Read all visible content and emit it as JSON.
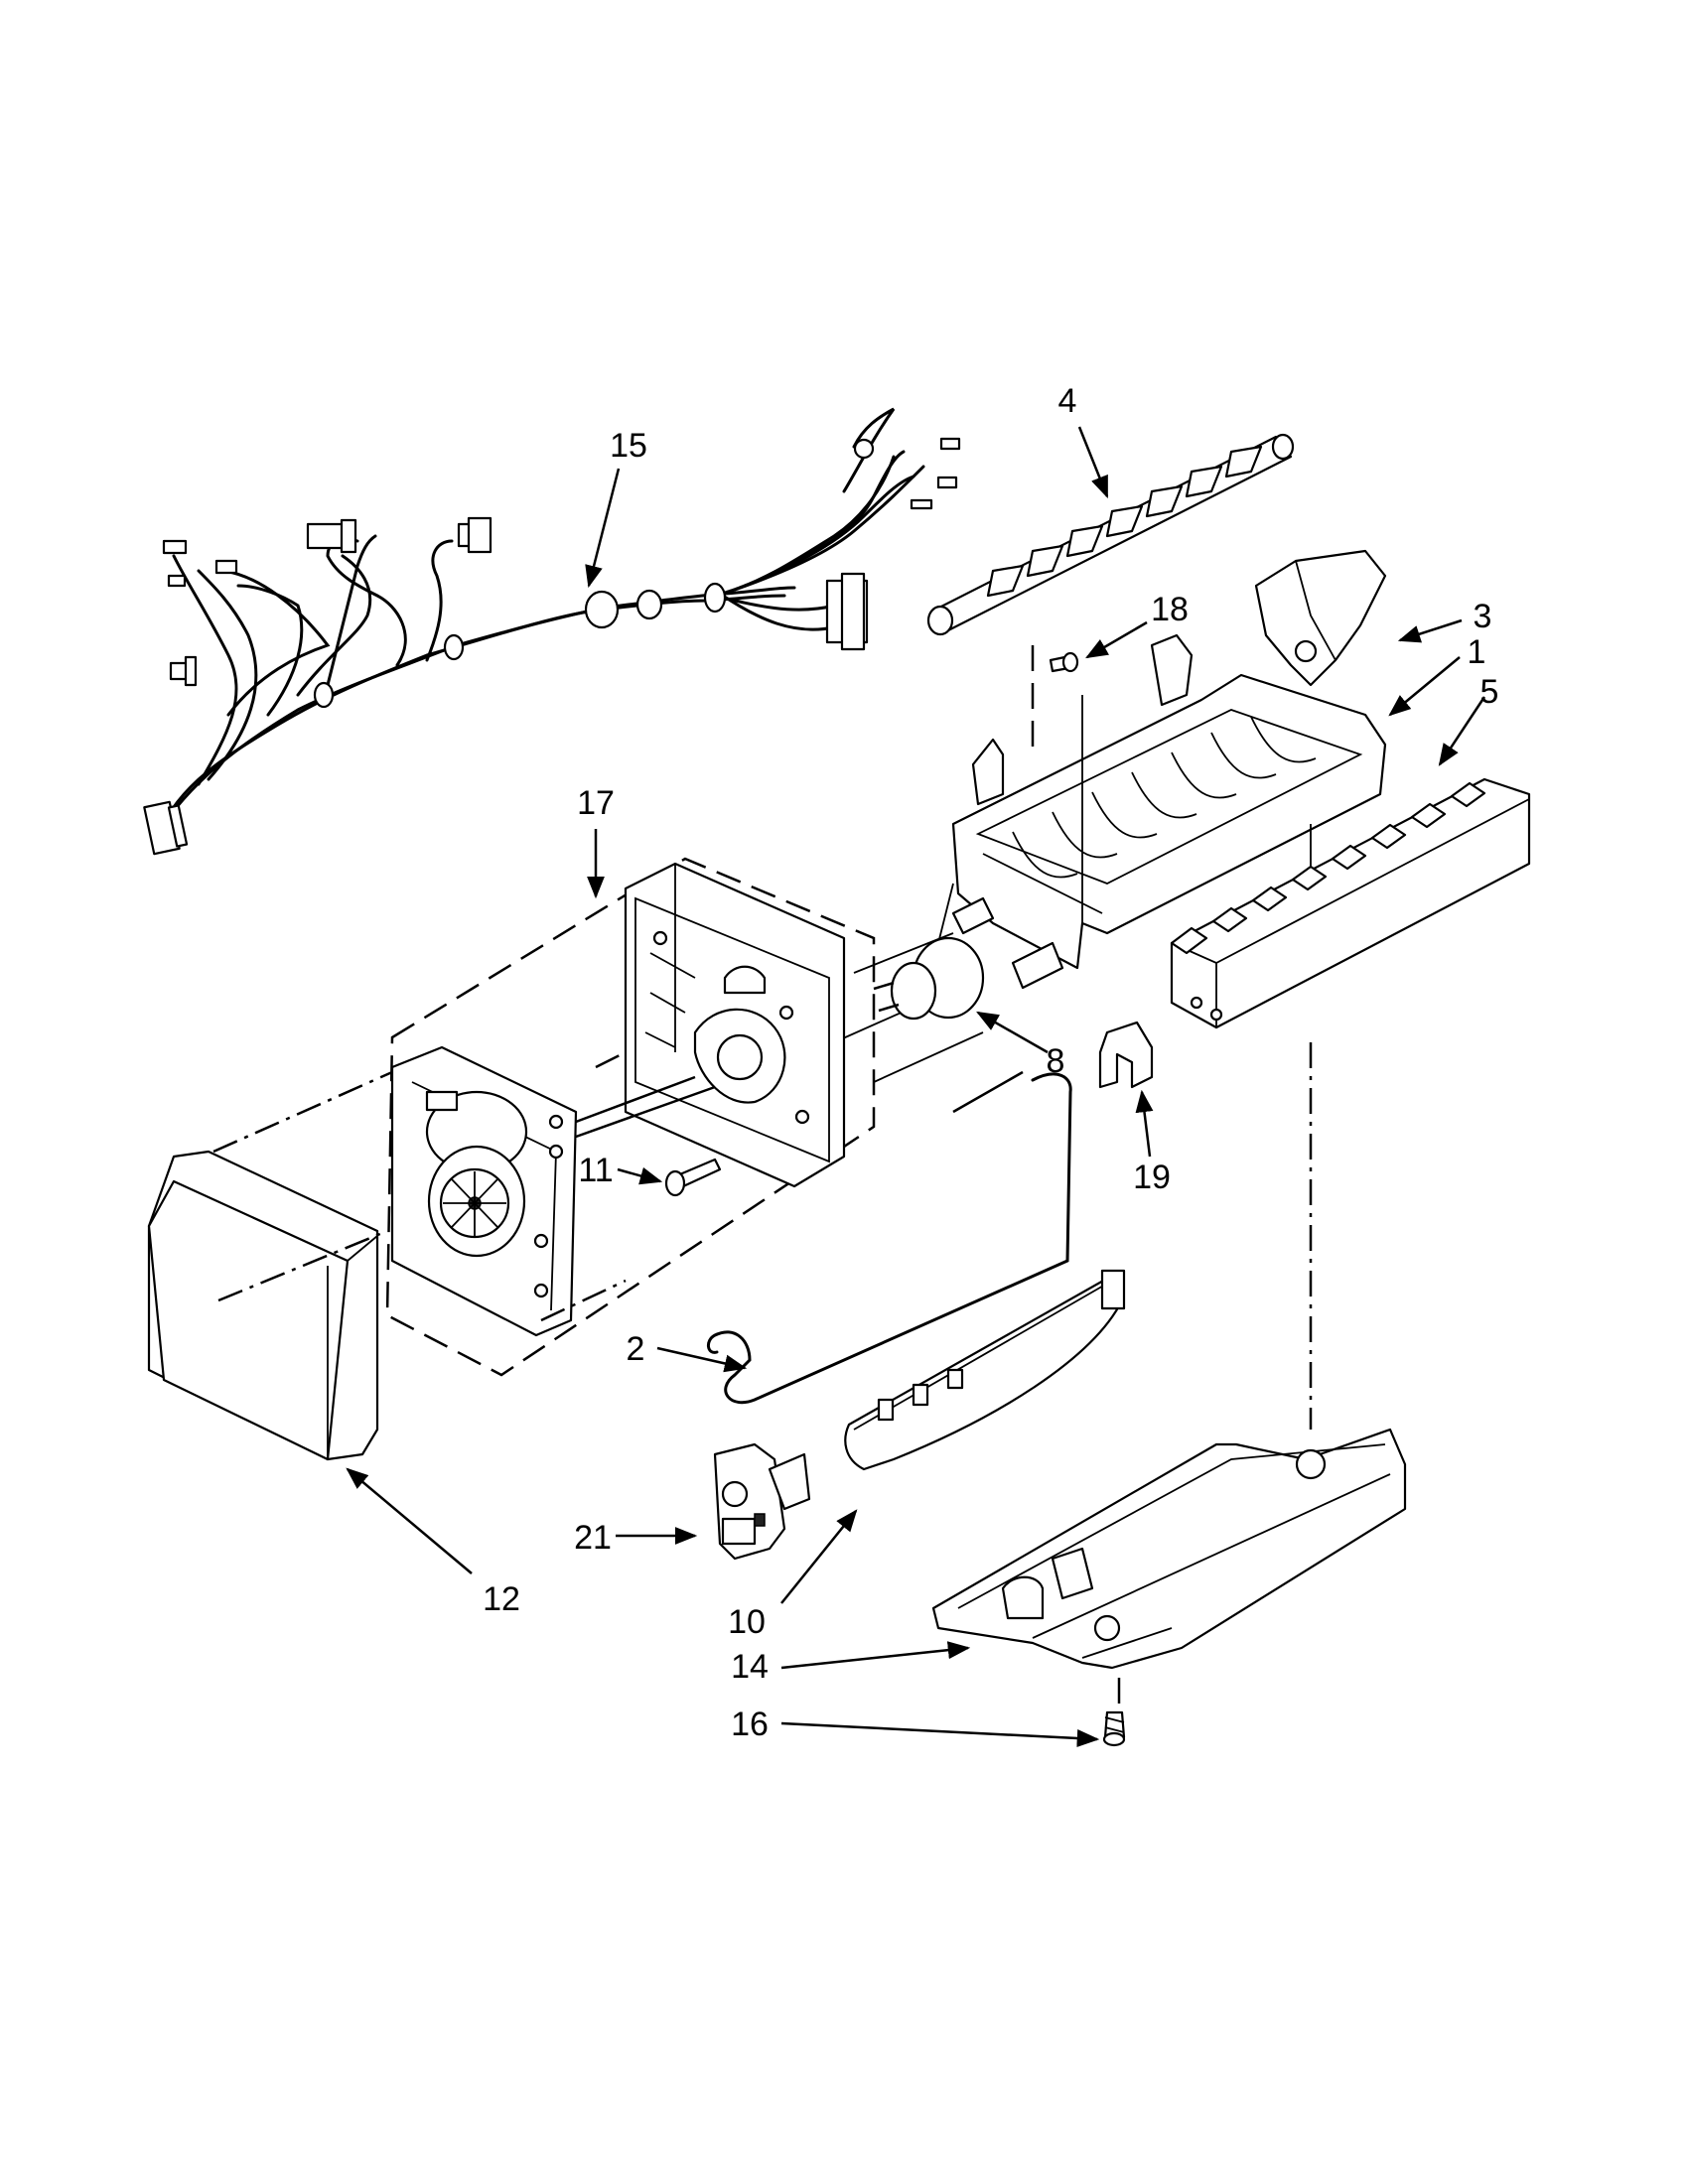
{
  "callouts": {
    "c1": "1",
    "c2": "2",
    "c3": "3",
    "c4": "4",
    "c5": "5",
    "c8": "8",
    "c10": "10",
    "c11": "11",
    "c12": "12",
    "c14": "14",
    "c15": "15",
    "c16": "16",
    "c17": "17",
    "c18": "18",
    "c19": "19",
    "c21": "21"
  }
}
